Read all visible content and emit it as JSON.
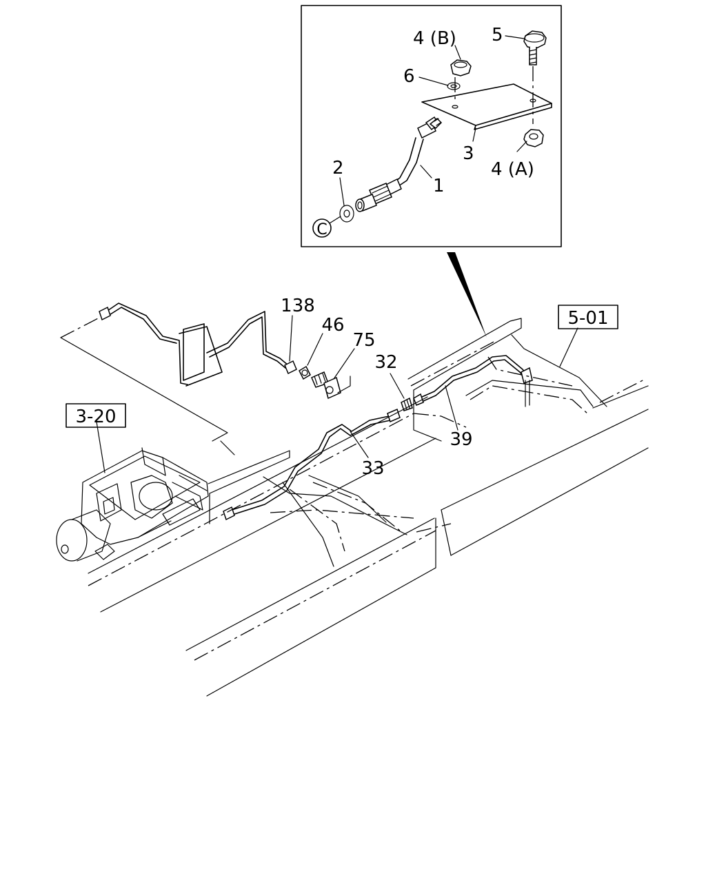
{
  "labels": {
    "inset": {
      "l4b": "4 (B)",
      "l5": "5",
      "l6": "6",
      "l3": "3",
      "l4a": "4 (A)",
      "l2": "2",
      "l1": "1",
      "lc": "C"
    },
    "main": {
      "l138": "138",
      "l46": "46",
      "l75": "75",
      "l32": "32",
      "l39": "39",
      "l33": "33"
    },
    "refs": {
      "r501": "5-01",
      "r320": "3-20"
    }
  }
}
